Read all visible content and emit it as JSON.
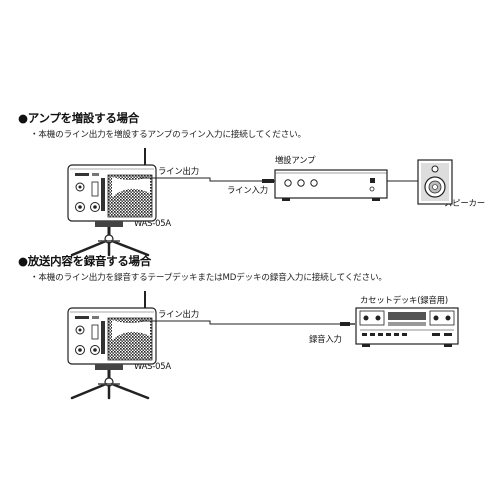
{
  "section1": {
    "heading": "●アンプを増設する場合",
    "note": "・本機のライン出力を増設するアンプのライン入力に接続してください。",
    "unit_label": "WAS-05A",
    "line_out_label": "ライン出力",
    "amp_title": "増設アンプ",
    "line_in_label": "ライン入力",
    "speaker_label": "スピーカー"
  },
  "section2": {
    "heading": "●放送内容を録音する場合",
    "note": "・本機のライン出力を録音するテープデッキまたはMDデッキの録音入力に接続してください。",
    "unit_label": "WAS-05A",
    "line_out_label": "ライン出力",
    "deck_title": "カセットデッキ(録音用)",
    "rec_in_label": "録音入力"
  }
}
